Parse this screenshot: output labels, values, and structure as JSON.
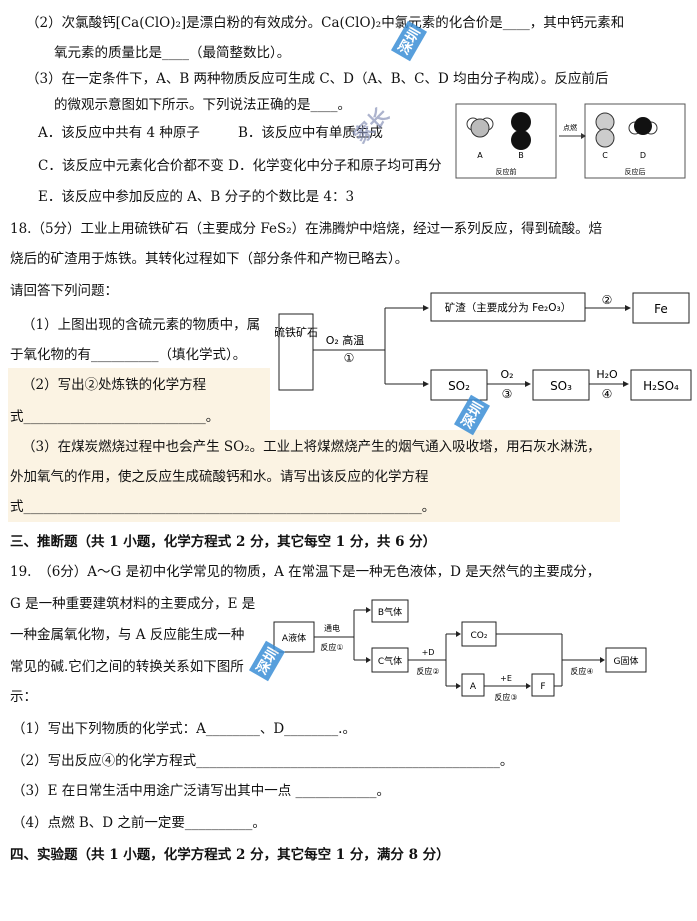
{
  "q17": {
    "p2_line1": "（2）次氯酸钙[Ca(ClO)₂]是漂白粉的有效成分。Ca(ClO)₂中氯元素的化合价是____，其中钙元素和",
    "p2_line2": "氧元素的质量比是____（最简整数比）。",
    "p3_line1": "（3）在一定条件下，A、B 两种物质反应可生成 C、D（A、B、C、D 均由分子构成）。反应前后",
    "p3_line2": "的微观示意图如下所示。下列说法正确的是____。",
    "optA": "A．该反应中共有 4 种原子",
    "optB": "B．该反应中有单质生成",
    "optCD": "C．该反应中元素化合价都不变 D．化学变化中分子和原子均可再分",
    "optE": "E．该反应中参加反应的 A、B 分子的个数比是 4：3",
    "micro": {
      "labels": [
        "A",
        "B",
        "C",
        "D"
      ],
      "arrow": "点燃",
      "before": "反应前",
      "after": "反应后"
    }
  },
  "q18": {
    "line1": "18.（5分）工业上用硫铁矿石（主要成分 FeS₂）在沸腾炉中焙烧，经过一系列反应，得到硫酸。焙",
    "line2": "烧后的矿渣用于炼铁。其转化过程如下（部分条件和产物已略去）。",
    "line3": "请回答下列问题：",
    "p1_line1": "（1）上图出现的含硫元素的物质中，属",
    "p1_line2": "于氧化物的有__________（填化学式）。",
    "p2_line1": "（2）写出②处炼铁的化学方程",
    "p2_line2": "式___________________________。",
    "p3_line1": "（3）在煤炭燃烧过程中也会产生 SO₂。工业上将煤燃烧产生的烟气通入吸收塔，用石灰水淋洗，",
    "p3_line2": "外加氧气的作用，使之反应生成硫酸钙和水。请写出该反应的化学方程",
    "p3_line3": "式___________________________________________________________。",
    "flow": {
      "start": "硫铁矿石",
      "step1_cond": "O₂ 高温",
      "step1_num": "①",
      "slag": "矿渣（主要成分为 Fe₂O₃）",
      "step2_num": "②",
      "fe": "Fe",
      "so2": "SO₂",
      "step3_reagent": "O₂",
      "step3_num": "③",
      "so3": "SO₃",
      "step4_reagent": "H₂O",
      "step4_num": "④",
      "h2so4": "H₂SO₄"
    }
  },
  "sec3": {
    "title": "三、推断题（共 1 小题，化学方程式 2 分，其它每空 1 分，共 6 分）"
  },
  "q19": {
    "line1": "19.　（6分）A～G 是初中化学常见的物质，A 在常温下是一种无色液体，D 是天然气的主要成分，",
    "line2": "G 是一种重要建筑材料的主要成分，E 是",
    "line3": "一种金属氧化物，与 A 反应能生成一种",
    "line4": "常见的碱.它们之间的转换关系如下图所",
    "line5": "示：",
    "q1": "（1）写出下列物质的化学式：A________、D________.。",
    "q2": "（2）写出反应④的化学方程式_____________________________________________。",
    "q3": "（3）E 在日常生活中用途广泛请写出其中一点 ____________。",
    "q4": "（4）点燃 B、D 之前一定要__________。",
    "flow": {
      "a_liquid": "A液体",
      "electrolysis": "通电",
      "r1": "反应①",
      "b_gas": "B气体",
      "c_gas": "C气体",
      "plus_d": "+D",
      "r2": "反应②",
      "co2": "CO₂",
      "a_box": "A",
      "plus_e": "+E",
      "r3": "反应③",
      "f_box": "F",
      "r4": "反应④",
      "g_solid": "G固体"
    }
  },
  "sec4": {
    "title": "四、实验题（共 1 小题，化学方程式 2 分，其它每空 1 分，满分 8 分）"
  },
  "watermarks": [
    "深圳",
    "家长",
    "深圳",
    "深圳"
  ],
  "colors": {
    "watermark_blue": "#3b8fd6",
    "shade": "#fbf3e3",
    "ink": "#111111"
  }
}
